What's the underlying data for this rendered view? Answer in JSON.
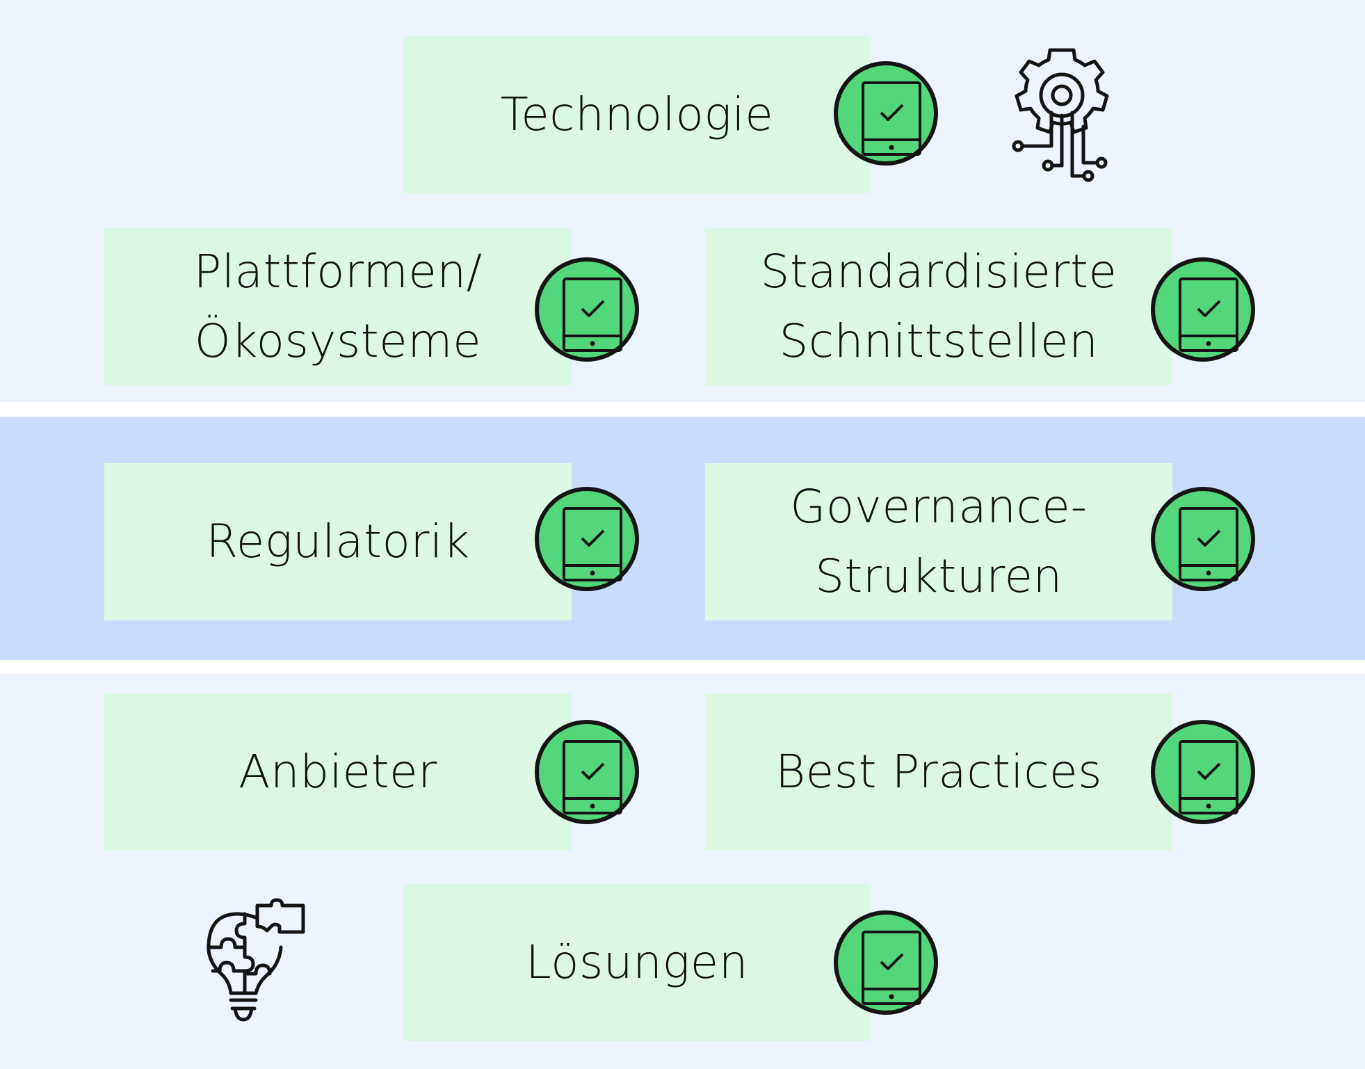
{
  "layers": [
    {
      "id": "top",
      "boxes": [
        "technology",
        "platforms",
        "interfaces"
      ]
    },
    {
      "id": "middle",
      "boxes": [
        "regulation",
        "governance"
      ]
    },
    {
      "id": "bottom",
      "boxes": [
        "providers",
        "best_practices",
        "solutions"
      ]
    }
  ],
  "boxes": {
    "technology": {
      "label": "Technologie"
    },
    "platforms": {
      "line1": "Plattformen/",
      "line2": "Ökosysteme"
    },
    "interfaces": {
      "line1": "Standardisierte",
      "line2": "Schnittstellen"
    },
    "regulation": {
      "label": "Regulatorik"
    },
    "governance": {
      "line1": "Governance-",
      "line2": "Strukturen"
    },
    "providers": {
      "label": "Anbieter"
    },
    "best_practices": {
      "label": "Best Practices"
    },
    "solutions": {
      "label": "Lösungen"
    }
  },
  "icons": {
    "badge": "tablet-checkmark-icon",
    "top_decoration": "gear-circuit-icon",
    "bottom_decoration": "lightbulb-puzzle-icon"
  },
  "colors": {
    "band_light": "#eef4fe",
    "band_middle": "#c9dcfb",
    "box_fill": "#dcf8e4",
    "badge_fill": "#54d67a",
    "outline": "#141414"
  }
}
